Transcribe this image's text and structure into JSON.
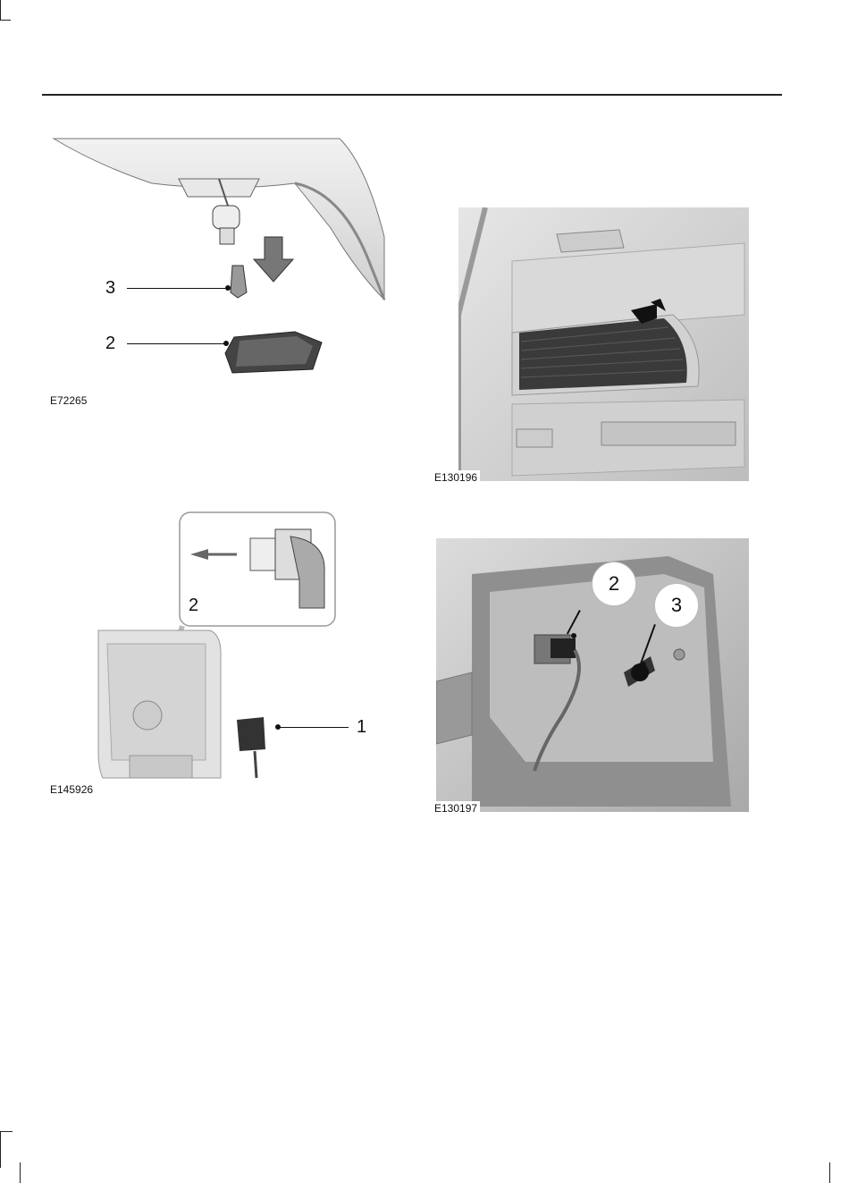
{
  "figures": [
    {
      "id": "fig1",
      "code": "E72265",
      "callouts": [
        "3",
        "2"
      ]
    },
    {
      "id": "fig2",
      "code": "E145926",
      "callouts": [
        "2",
        "1"
      ]
    },
    {
      "id": "fig3",
      "code": "E130196",
      "callouts": []
    },
    {
      "id": "fig4",
      "code": "E130197",
      "callouts": [
        "2",
        "3"
      ]
    }
  ]
}
